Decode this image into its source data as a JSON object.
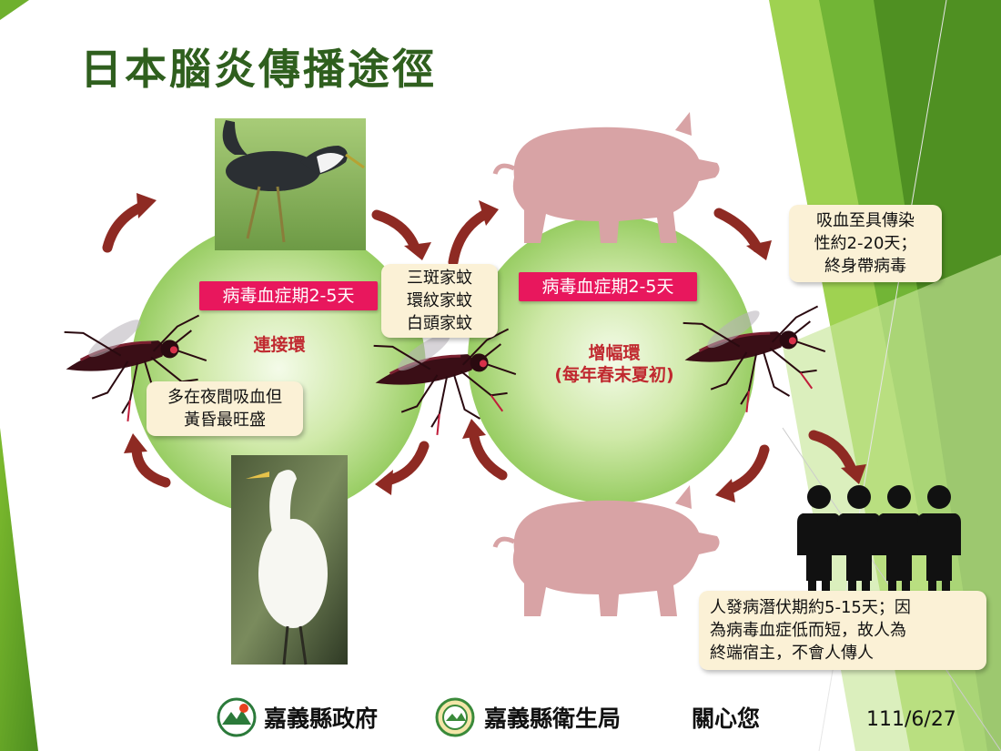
{
  "title": "日本腦炎傳播途徑",
  "amplifier_cycle": {
    "viremia_label": "病毒血症期2-5天",
    "name": "增幅環",
    "season": "(每年春末夏初)"
  },
  "linking_cycle": {
    "viremia_label": "病毒血症期2-5天",
    "name": "連接環"
  },
  "mosquito_species": [
    "三斑家蚊",
    "環紋家蚊",
    "白頭家蚊"
  ],
  "notes": {
    "night_biting": [
      "多在夜間吸血但",
      "黃昏最旺盛"
    ],
    "infective_period": [
      "吸血至具傳染",
      "性約2-20天；",
      "終身帶病毒"
    ],
    "human_incubation": [
      "人發病潛伏期約5-15天；因",
      "為病毒血症低而短，故人為",
      "終端宿主，不會人傳人"
    ]
  },
  "footer": {
    "county_government": "嘉義縣政府",
    "health_bureau": "嘉義縣衛生局",
    "slogan": "關心您",
    "date": "111/6/27"
  },
  "colors": {
    "title_green": "#2f5f1e",
    "arrow_red": "#8e2a23",
    "tag_pink": "#e8175d",
    "cycle_red": "#c0282f",
    "note_bg": "#fbf1d6",
    "pig_pink": "#d8a3a5",
    "circle_green": "#a9d57a"
  }
}
